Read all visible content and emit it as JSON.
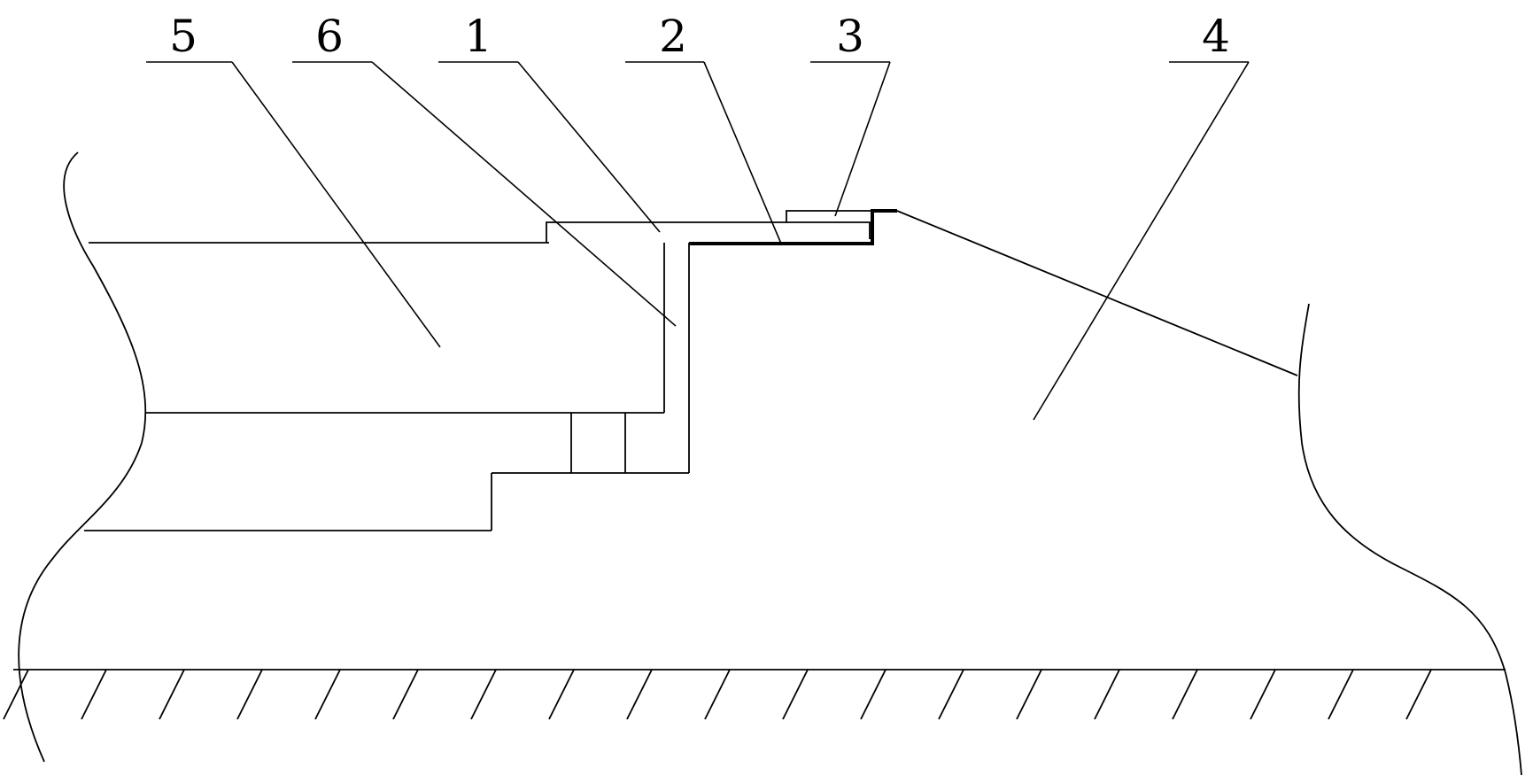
{
  "labels": [
    {
      "id": "5",
      "text": "5"
    },
    {
      "id": "6",
      "text": "6"
    },
    {
      "id": "1",
      "text": "1"
    },
    {
      "id": "2",
      "text": "2"
    },
    {
      "id": "3",
      "text": "3"
    },
    {
      "id": "4",
      "text": "4"
    }
  ],
  "colors": {
    "line": "#000000",
    "background": "#ffffff"
  }
}
